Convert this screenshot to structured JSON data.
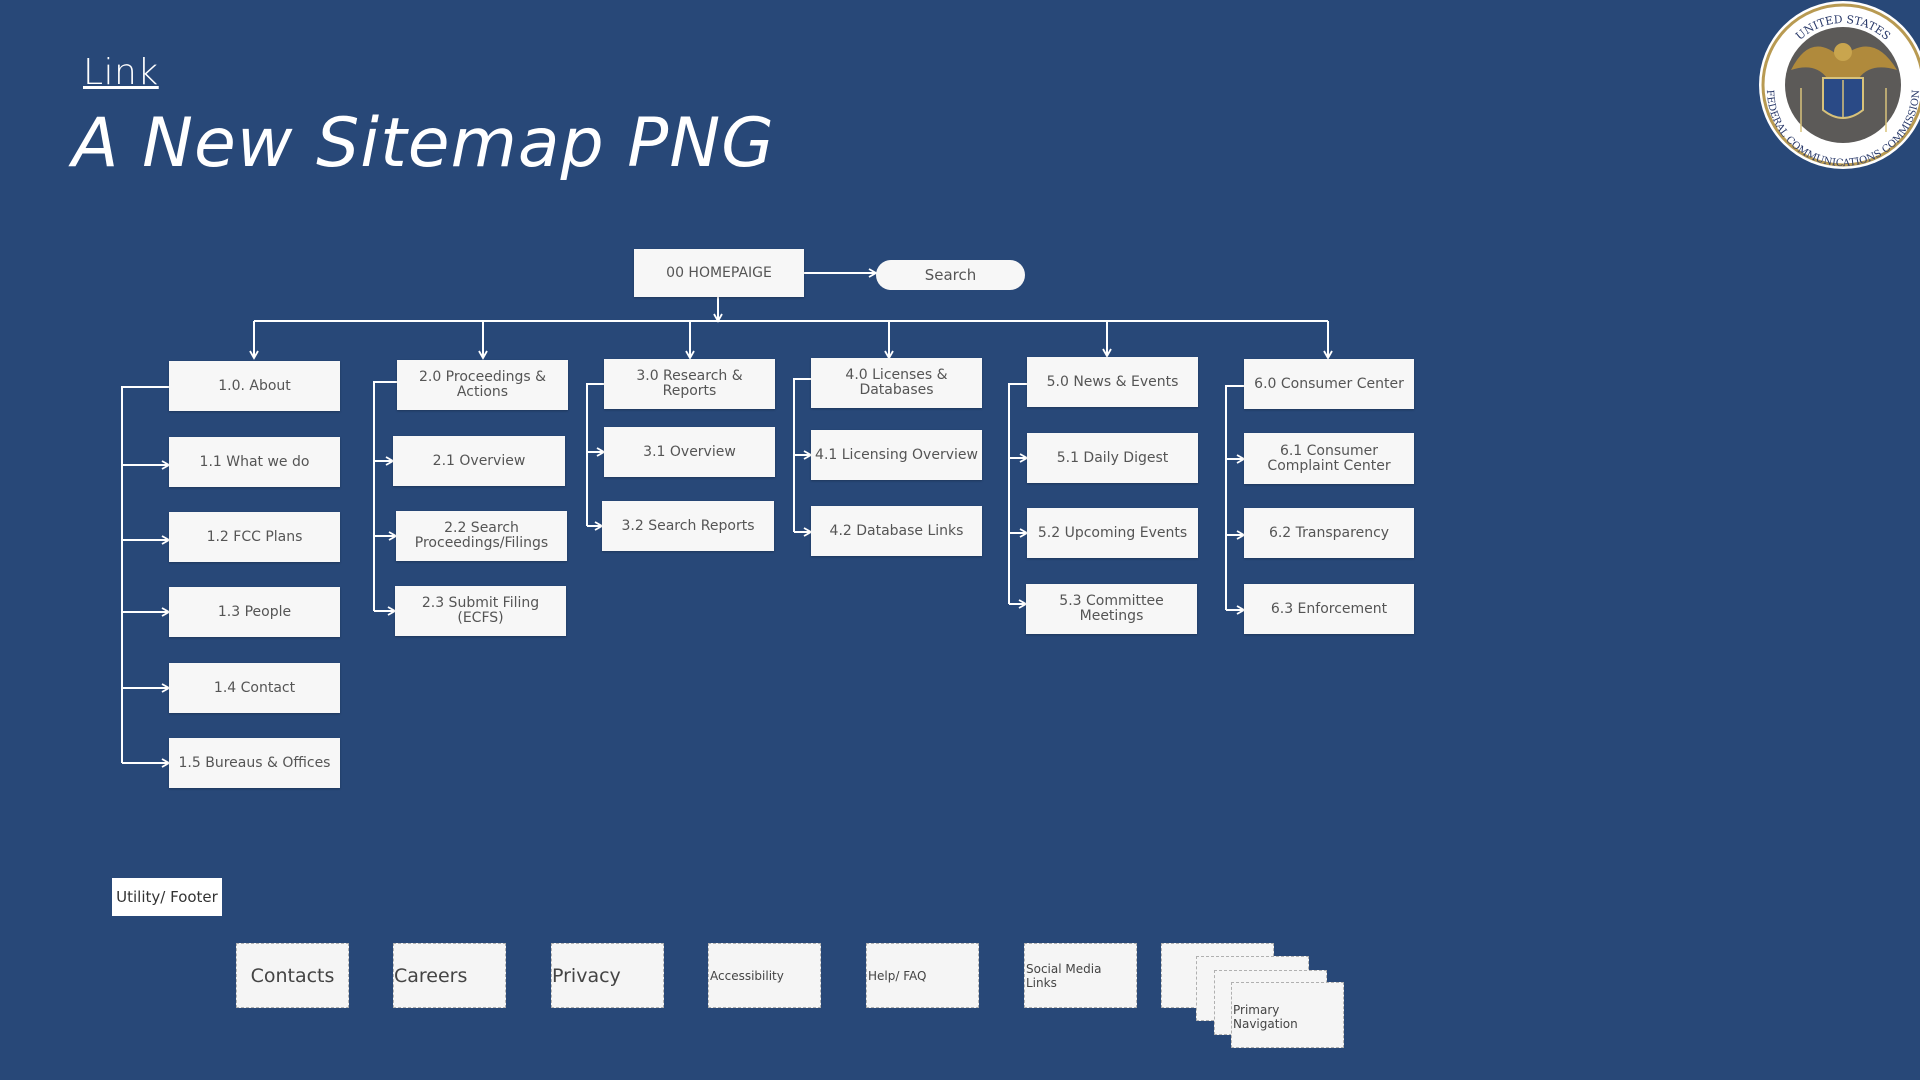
{
  "header": {
    "link_text": "Link",
    "title": "A New Sitemap PNG"
  },
  "logo": {
    "icon": "fcc-seal-icon",
    "text_top": "UNITED STATES",
    "text_bottom": "FEDERAL COMMUNICATIONS COMMISSION"
  },
  "sitemap": {
    "root": "00 HOMEPAIGE",
    "search": "Search",
    "sections": [
      {
        "title": "1.0. About",
        "children": [
          "1.1 What we do",
          "1.2 FCC Plans",
          "1.3 People",
          "1.4 Contact",
          "1.5 Bureaus & Offices"
        ]
      },
      {
        "title": "2.0 Proceedings & Actions",
        "children": [
          "2.1 Overview",
          "2.2 Search Proceedings/Filings",
          "2.3 Submit Filing (ECFS)"
        ]
      },
      {
        "title": "3.0 Research & Reports",
        "children": [
          "3.1 Overview",
          "3.2 Search Reports"
        ]
      },
      {
        "title": "4.0 Licenses & Databases",
        "children": [
          "4.1 Licensing Overview",
          "4.2 Database Links"
        ]
      },
      {
        "title": "5.0 News & Events",
        "children": [
          "5.1 Daily Digest",
          "5.2 Upcoming Events",
          "5.3 Committee Meetings"
        ]
      },
      {
        "title": "6.0 Consumer Center",
        "children": [
          "6.1 Consumer Complaint Center",
          "6.2 Transparency",
          "6.3 Enforcement"
        ]
      }
    ]
  },
  "utility": {
    "label": "Utility/ Footer",
    "items": [
      "Contacts",
      "Careers",
      "Privacy",
      "Accessibility",
      "Help/ FAQ",
      "Social Media Links"
    ],
    "stack_label": "Primary Navigation"
  },
  "colors": {
    "background": "#284878",
    "node": "#f7f7f7",
    "line": "#ffffff"
  }
}
